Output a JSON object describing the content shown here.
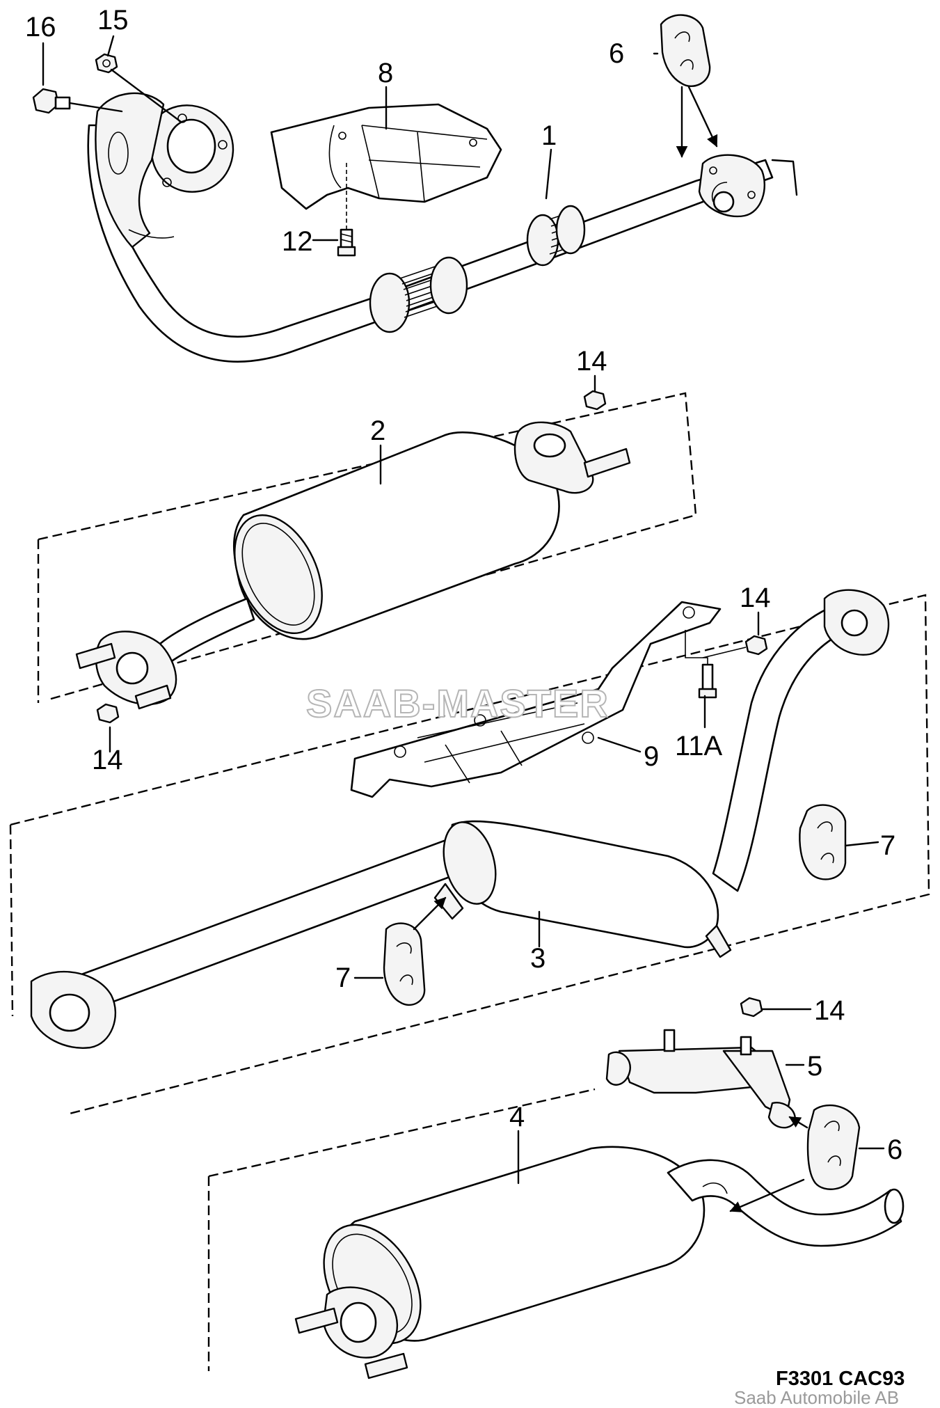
{
  "watermark": "SAAB-MASTER",
  "figure_code": "F3301 CAC93",
  "copyright": "Saab Automobile AB",
  "callouts": [
    {
      "id": "c16",
      "text": "16"
    },
    {
      "id": "c15",
      "text": "15"
    },
    {
      "id": "c8",
      "text": "8"
    },
    {
      "id": "c1",
      "text": "1"
    },
    {
      "id": "c6a",
      "text": "6"
    },
    {
      "id": "c12",
      "text": "12"
    },
    {
      "id": "c14a",
      "text": "14"
    },
    {
      "id": "c2",
      "text": "2"
    },
    {
      "id": "c14b",
      "text": "14"
    },
    {
      "id": "c14c",
      "text": "14"
    },
    {
      "id": "c9",
      "text": "9"
    },
    {
      "id": "c11a",
      "text": "11A"
    },
    {
      "id": "c7a",
      "text": "7"
    },
    {
      "id": "c7b",
      "text": "7"
    },
    {
      "id": "c3",
      "text": "3"
    },
    {
      "id": "c14d",
      "text": "14"
    },
    {
      "id": "c5",
      "text": "5"
    },
    {
      "id": "c6b",
      "text": "6"
    },
    {
      "id": "c4",
      "text": "4"
    }
  ]
}
